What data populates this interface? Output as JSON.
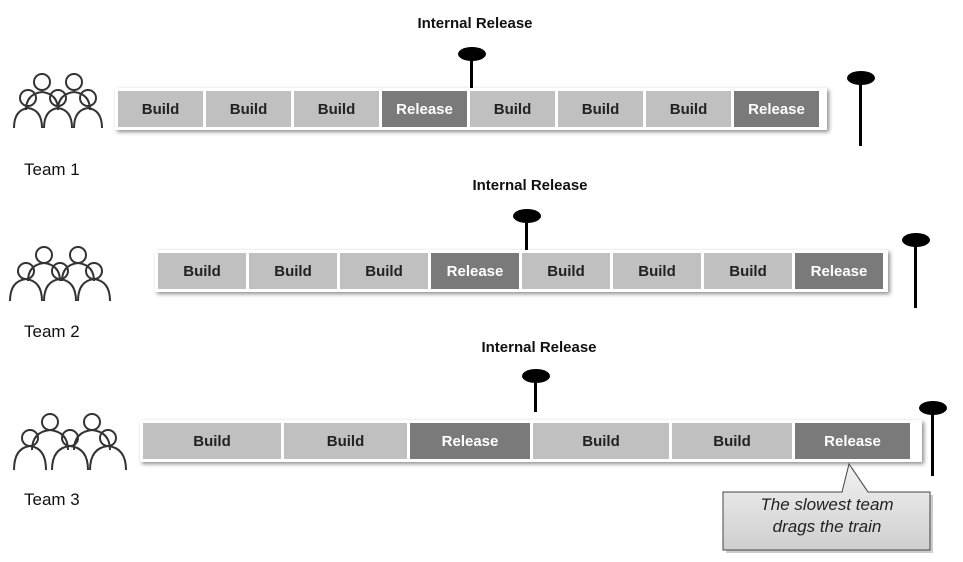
{
  "teams": [
    {
      "label": "Team 1",
      "internal_release_label": "Internal Release",
      "segments": [
        {
          "type": "build",
          "label": "Build"
        },
        {
          "type": "build",
          "label": "Build"
        },
        {
          "type": "build",
          "label": "Build"
        },
        {
          "type": "release",
          "label": "Release"
        },
        {
          "type": "build",
          "label": "Build"
        },
        {
          "type": "build",
          "label": "Build"
        },
        {
          "type": "build",
          "label": "Build"
        },
        {
          "type": "release",
          "label": "Release"
        }
      ]
    },
    {
      "label": "Team 2",
      "internal_release_label": "Internal Release",
      "segments": [
        {
          "type": "build",
          "label": "Build"
        },
        {
          "type": "build",
          "label": "Build"
        },
        {
          "type": "build",
          "label": "Build"
        },
        {
          "type": "release",
          "label": "Release"
        },
        {
          "type": "build",
          "label": "Build"
        },
        {
          "type": "build",
          "label": "Build"
        },
        {
          "type": "build",
          "label": "Build"
        },
        {
          "type": "release",
          "label": "Release"
        }
      ]
    },
    {
      "label": "Team 3",
      "internal_release_label": "Internal Release",
      "segments": [
        {
          "type": "build",
          "label": "Build"
        },
        {
          "type": "build",
          "label": "Build"
        },
        {
          "type": "release",
          "label": "Release"
        },
        {
          "type": "build",
          "label": "Build"
        },
        {
          "type": "build",
          "label": "Build"
        },
        {
          "type": "release",
          "label": "Release"
        }
      ]
    }
  ],
  "callout": {
    "line1": "The slowest team",
    "line2": "drags the train"
  },
  "colors": {
    "build": "#c0c0c0",
    "release": "#7a7a7a",
    "pin": "#000000"
  },
  "icons": {
    "team": "people-group-icon",
    "milestone": "milestone-pin-icon"
  }
}
